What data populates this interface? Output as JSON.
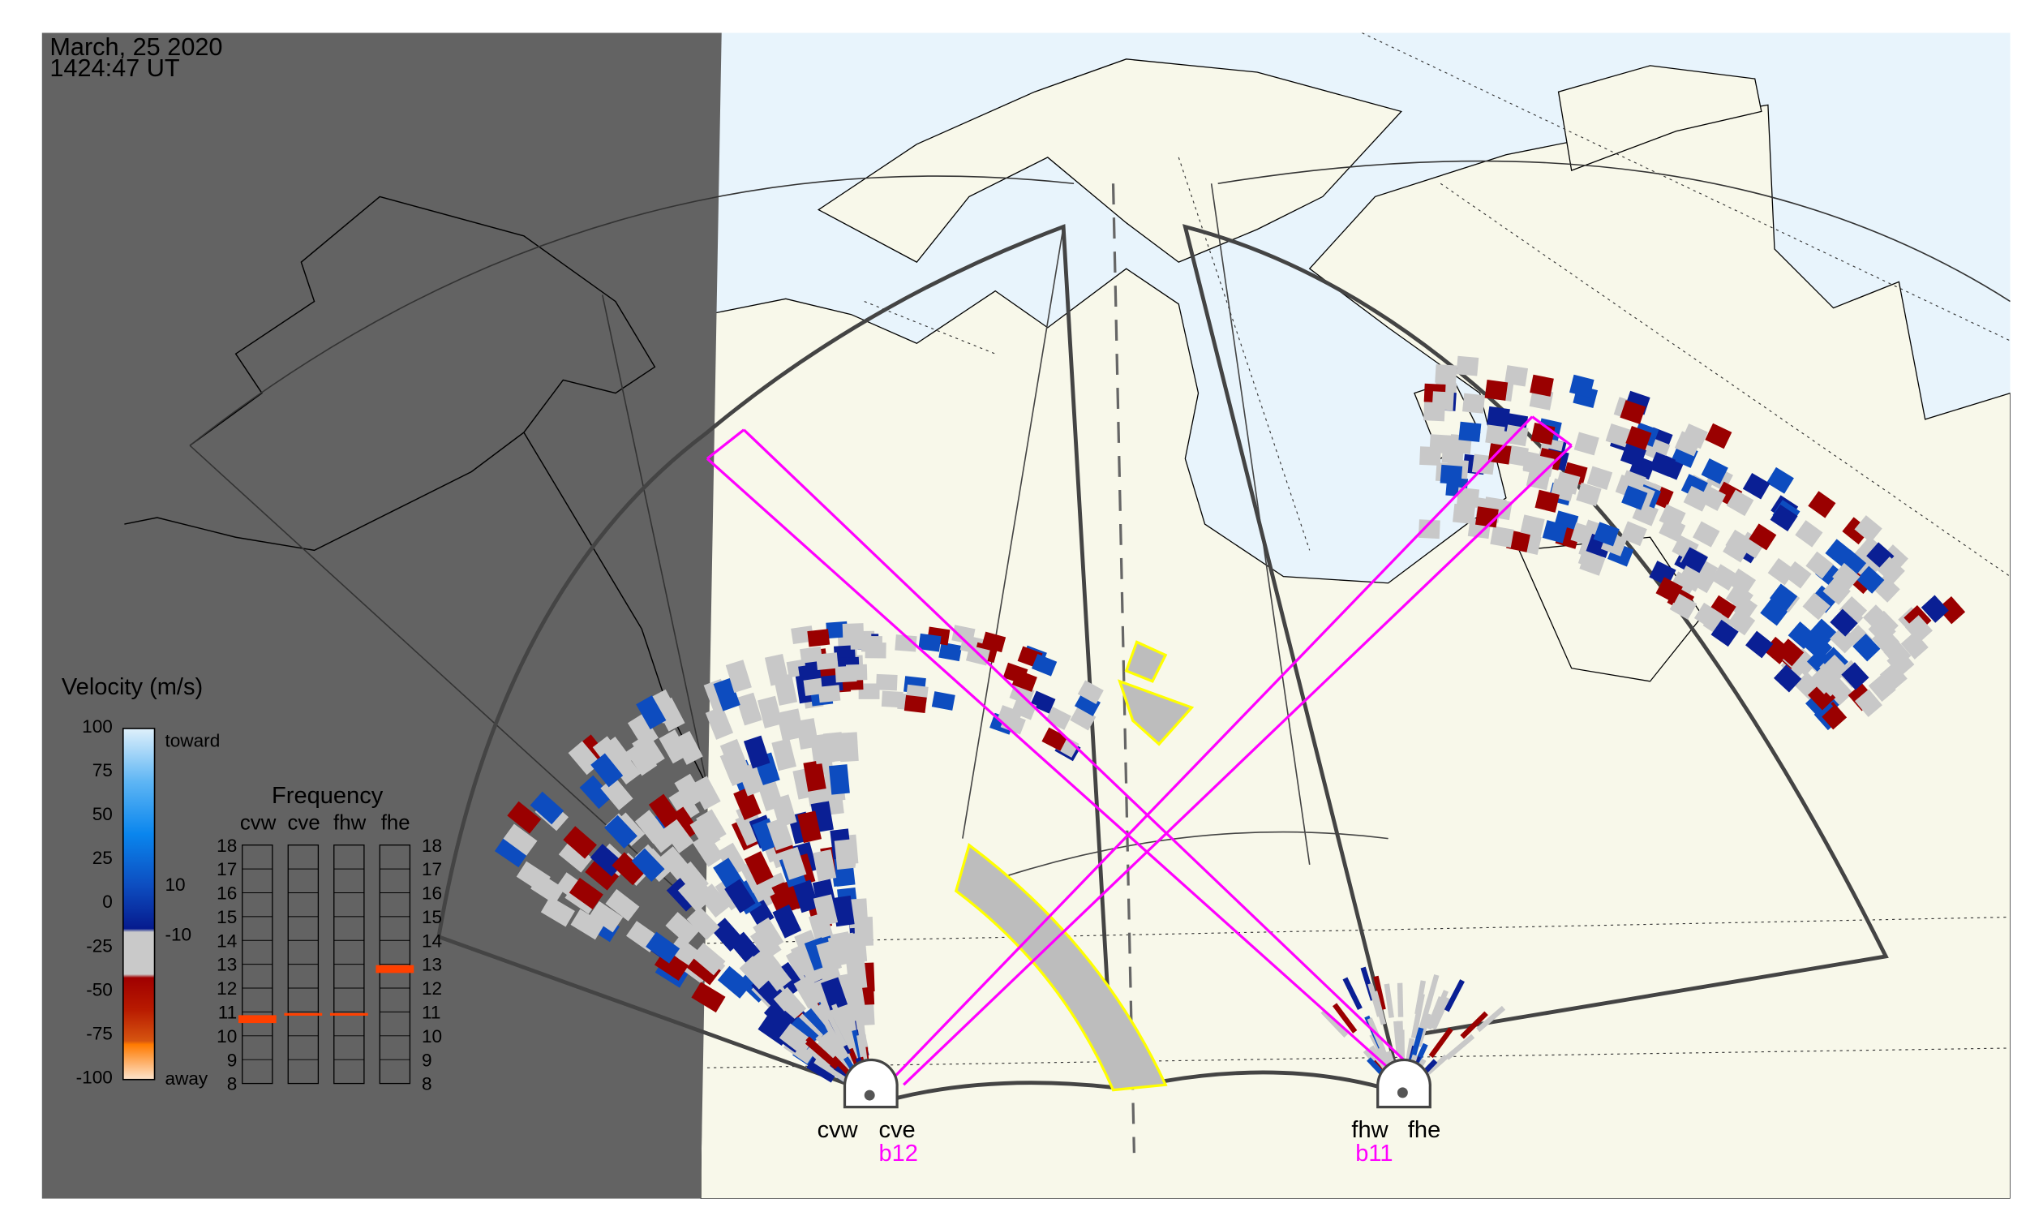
{
  "header": {
    "date": "March, 25 2020",
    "time": "1424:47 UT"
  },
  "velocity_legend": {
    "title": "Velocity (m/s)",
    "ticks": [
      "100",
      "75",
      "50",
      "25",
      "0",
      "-25",
      "-50",
      "-75",
      "-100"
    ],
    "toward_label": "toward",
    "away_label": "away",
    "threshold_pos": "10",
    "threshold_neg": "-10",
    "colors": {
      "toward_light": "#bfe3fb",
      "toward_mid": "#1e8ff0",
      "toward_dark": "#0a1f94",
      "zero": "#c8c8c8",
      "away_dark": "#9a0000",
      "away_mid": "#d24a10",
      "away_light": "#f8cfa8"
    }
  },
  "frequency_legend": {
    "title": "Frequency",
    "radars": [
      "cvw",
      "cve",
      "fhw",
      "fhe"
    ],
    "ticks": [
      "18",
      "17",
      "16",
      "15",
      "14",
      "13",
      "12",
      "11",
      "10",
      "9",
      "8"
    ],
    "values_mhz": [
      10.7,
      10.9,
      10.9,
      12.8
    ],
    "bar_color": "#ff4000"
  },
  "sites": {
    "cvw": "cvw",
    "cve": "cve",
    "fhw": "fhw",
    "fhe": "fhe",
    "beam_cve": "b12",
    "beam_fhw": "b11"
  },
  "colors": {
    "land": "#f8f8ea",
    "ocean": "#e8f4fc",
    "night": "#636363",
    "beam": "#ff00ff",
    "highlight": "#ffff00",
    "fov": "#444444"
  }
}
